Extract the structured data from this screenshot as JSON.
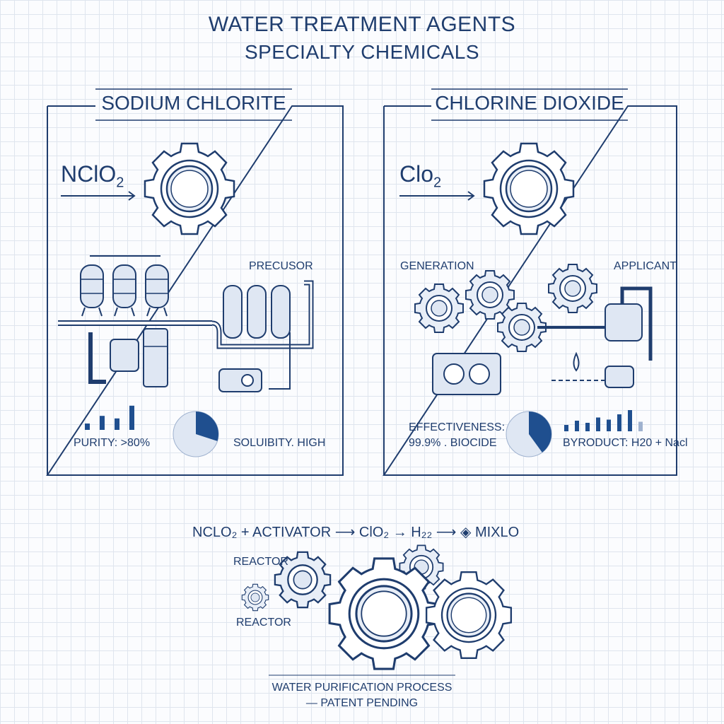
{
  "header": {
    "title": "WATER TREATMENT AGENTS",
    "subtitle": "SPECIALTY CHEMICALS"
  },
  "left_panel": {
    "title": "SODIUM CHLORITE",
    "formula": "NClO",
    "formula_sub": "2",
    "label_precursor": "PRECUSOR",
    "label_purity": "PURITY: >80%",
    "label_solubility": "SOLUIBITY. HIGH",
    "bars": [
      0.25,
      0.55,
      0.45,
      0.95
    ],
    "pie_fraction": 0.3
  },
  "right_panel": {
    "title": "CHLORINE DIOXIDE",
    "formula": "Clo",
    "formula_sub": "2",
    "label_generation": "GENERATION",
    "label_applicant": "APPLICANT",
    "label_effectiveness": "EFFECTIVENESS:",
    "label_biocide": "99.9% . BIOCIDE",
    "label_byproduct": "BYRODUCT: H20 + Nacl",
    "bars": [
      0.3,
      0.5,
      0.4,
      0.65,
      0.55,
      0.8,
      1.0,
      0.45
    ],
    "pie_fraction": 0.4
  },
  "process": {
    "equation": "NCLO₂ + ACTIVATOR ⟶ ClO₂ → H₂₂ ⟶ ◈ MIXLO",
    "label_reactor_top": "REACTOR",
    "label_reactor_bottom": "REACTOR",
    "footer_line1": "WATER PURIFICATION PROCESS",
    "footer_line2": "— PATENT PENDING"
  },
  "colors": {
    "ink": "#1f3d6e",
    "fill_light": "#dfe7f3",
    "accent": "#1f4f8f"
  }
}
